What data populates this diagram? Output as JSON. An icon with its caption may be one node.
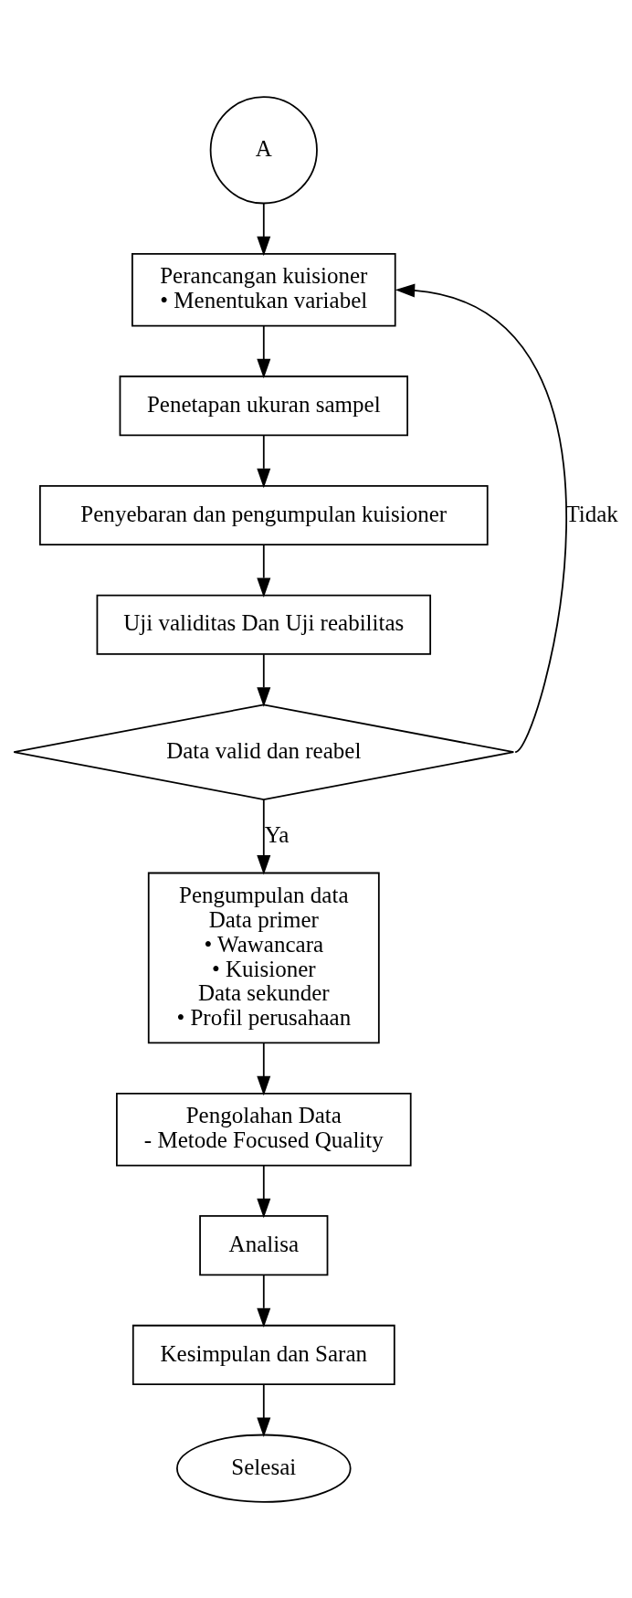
{
  "diagram": {
    "nodes": [
      {
        "text": [
          "A"
        ]
      },
      {
        "text": [
          "Perancangan kuisioner",
          "• Menentukan variabel"
        ]
      },
      {
        "text": [
          "Penetapan ukuran sampel"
        ]
      },
      {
        "text": [
          "Penyebaran dan pengumpulan kuisioner"
        ]
      },
      {
        "text": [
          "Uji validitas Dan Uji reabilitas"
        ]
      },
      {
        "text": [
          "Data valid dan reabel"
        ]
      },
      {
        "text": [
          "Pengumpulan data",
          "Data primer",
          "• Wawancara",
          "• Kuisioner",
          "Data sekunder",
          "• Profil perusahaan"
        ]
      },
      {
        "text": [
          "Pengolahan Data",
          "- Metode Focused Quality"
        ]
      },
      {
        "text": [
          "Analisa"
        ]
      },
      {
        "text": [
          "Kesimpulan dan Saran"
        ]
      },
      {
        "text": [
          "Selesai"
        ]
      }
    ],
    "edges": [
      {
        "from": 0,
        "to": 1,
        "arrow": "to"
      },
      {
        "from": 1,
        "to": 2,
        "arrow": "to"
      },
      {
        "from": 2,
        "to": 3,
        "arrow": "to"
      },
      {
        "from": 3,
        "to": 4,
        "arrow": "to"
      },
      {
        "from": 4,
        "to": 5,
        "arrow": "to"
      },
      {
        "from": 5,
        "to": 1,
        "arrow": "to",
        "label": "Tidak"
      },
      {
        "from": 5,
        "to": 6,
        "arrow": "to",
        "label": "Ya"
      },
      {
        "from": 6,
        "to": 7,
        "arrow": "to"
      },
      {
        "from": 7,
        "to": 8,
        "arrow": "to"
      },
      {
        "from": 8,
        "to": 9,
        "arrow": "to"
      },
      {
        "from": 9,
        "to": 10,
        "arrow": "to"
      }
    ]
  }
}
